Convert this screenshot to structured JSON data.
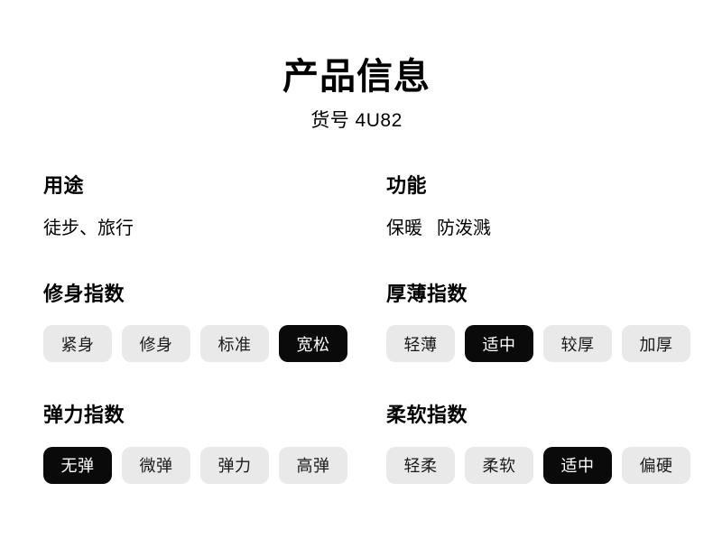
{
  "header": {
    "title": "产品信息",
    "subtitle": "货号 4U82"
  },
  "sections": {
    "usage": {
      "title": "用途",
      "values": [
        "徒步、旅行"
      ]
    },
    "function": {
      "title": "功能",
      "values": [
        "保暖",
        "防泼溅"
      ]
    },
    "fit_index": {
      "title": "修身指数",
      "options": [
        {
          "label": "紧身",
          "selected": false
        },
        {
          "label": "修身",
          "selected": false
        },
        {
          "label": "标准",
          "selected": false
        },
        {
          "label": "宽松",
          "selected": true
        }
      ],
      "selected_label": "宽松"
    },
    "thickness_index": {
      "title": "厚薄指数",
      "options": [
        {
          "label": "轻薄",
          "selected": false
        },
        {
          "label": "适中",
          "selected": true
        },
        {
          "label": "较厚",
          "selected": false
        },
        {
          "label": "加厚",
          "selected": false
        }
      ],
      "selected_label": "适中"
    },
    "elasticity_index": {
      "title": "弹力指数",
      "options": [
        {
          "label": "无弹",
          "selected": true
        },
        {
          "label": "微弹",
          "selected": false
        },
        {
          "label": "弹力",
          "selected": false
        },
        {
          "label": "高弹",
          "selected": false
        }
      ],
      "selected_label": "无弹"
    },
    "softness_index": {
      "title": "柔软指数",
      "options": [
        {
          "label": "轻柔",
          "selected": false
        },
        {
          "label": "柔软",
          "selected": false
        },
        {
          "label": "适中",
          "selected": true
        },
        {
          "label": "偏硬",
          "selected": false
        }
      ],
      "selected_label": "适中"
    }
  },
  "colors": {
    "background": "#ffffff",
    "text": "#000000",
    "pill_background": "#e9e9e9",
    "pill_selected_background": "#0a0a0a",
    "pill_selected_text": "#ffffff"
  }
}
